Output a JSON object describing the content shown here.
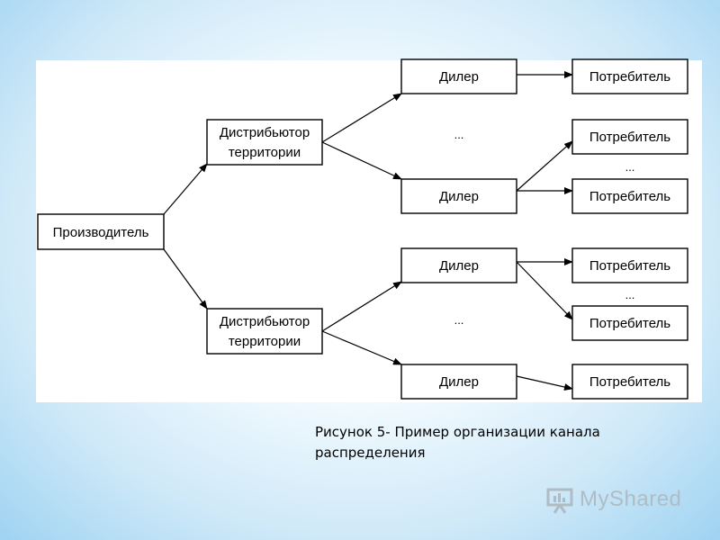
{
  "diagram": {
    "producer": "Производитель",
    "distributor_line1": "Дистрибьютор",
    "distributor_line2": "территории",
    "dealer": "Дилер",
    "consumer": "Потребитель",
    "ellipsis": "..."
  },
  "caption": "Рисунок 5- Пример организации канала распределения",
  "watermark": "MyShared",
  "colors": {
    "background_edge": "#9fd3f2",
    "box_border": "#000000",
    "watermark": "#b0bcc4"
  },
  "icons": [
    "presentation-board-icon"
  ]
}
